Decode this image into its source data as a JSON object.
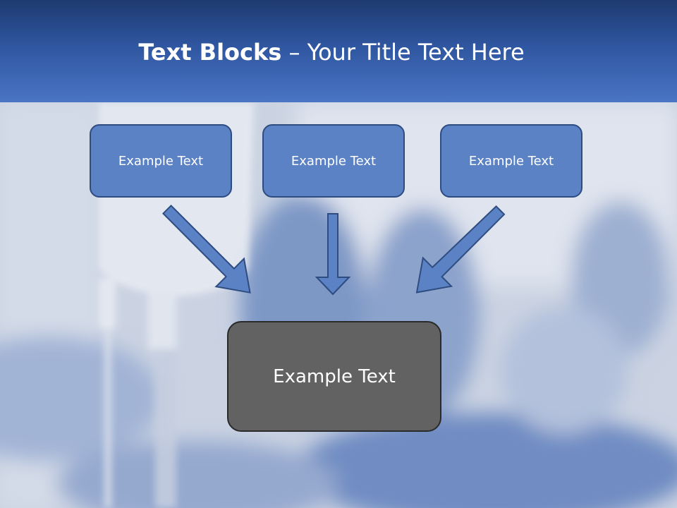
{
  "slide": {
    "title_bold": "Text Blocks",
    "title_rest": " – Your Title Text Here",
    "boxes": [
      {
        "label": "Example Text"
      },
      {
        "label": "Example Text"
      },
      {
        "label": "Example Text"
      }
    ],
    "main_box": {
      "label": "Example Text"
    }
  },
  "colors": {
    "header_dark": "#1e3a70",
    "header_light": "#4a75c4",
    "box_fill": "#5b82c5",
    "box_border": "#2e4c80",
    "arrow_fill": "#5b82c5",
    "main_box_fill": "#626262"
  }
}
